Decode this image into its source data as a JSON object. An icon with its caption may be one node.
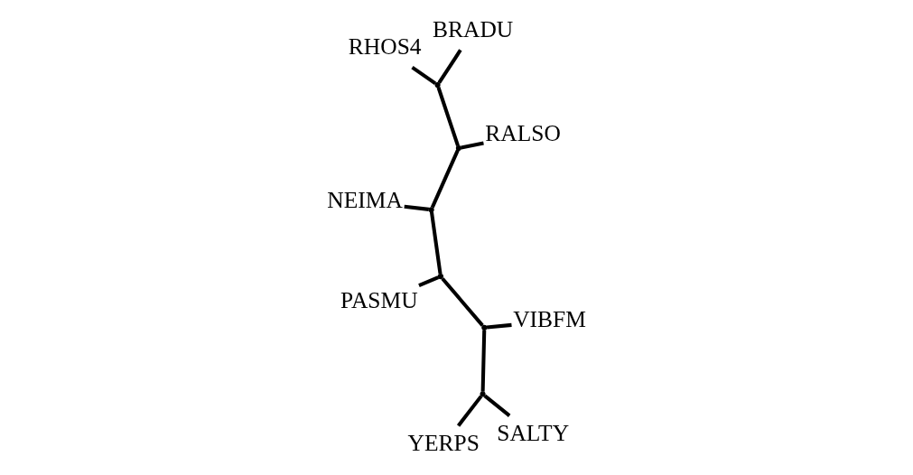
{
  "diagram": {
    "nodes": [
      {
        "text": [
          "NEIMA"
        ]
      },
      {
        "text": [
          "RALSO"
        ]
      },
      {
        "text": [
          "YERPS"
        ]
      },
      {
        "text": [
          "BRADU"
        ]
      },
      {
        "text": [
          "SALTY"
        ]
      },
      {
        "text": [
          "RHOS4"
        ]
      },
      {
        "text": [
          "PASMU"
        ]
      },
      {
        "text": [
          "VIBFM"
        ]
      },
      {
        "text": [],
        "shape": "point"
      },
      {
        "text": [],
        "shape": "point"
      },
      {
        "text": [],
        "shape": "point"
      },
      {
        "text": [],
        "shape": "point"
      },
      {
        "text": [],
        "shape": "point"
      },
      {
        "text": [],
        "shape": "point"
      }
    ],
    "edges": [
      {
        "from": 8,
        "to": 2,
        "arrow": "none"
      },
      {
        "from": 8,
        "to": 4,
        "arrow": "none"
      },
      {
        "from": 8,
        "to": 9,
        "arrow": "none"
      },
      {
        "from": 9,
        "to": 7,
        "arrow": "none"
      },
      {
        "from": 9,
        "to": 10,
        "arrow": "none"
      },
      {
        "from": 10,
        "to": 6,
        "arrow": "none"
      },
      {
        "from": 10,
        "to": 11,
        "arrow": "none"
      },
      {
        "from": 11,
        "to": 0,
        "arrow": "none"
      },
      {
        "from": 11,
        "to": 12,
        "arrow": "none"
      },
      {
        "from": 12,
        "to": 1,
        "arrow": "none"
      },
      {
        "from": 12,
        "to": 13,
        "arrow": "none"
      },
      {
        "from": 13,
        "to": 3,
        "arrow": "none"
      },
      {
        "from": 13,
        "to": 5,
        "arrow": "none"
      }
    ]
  }
}
